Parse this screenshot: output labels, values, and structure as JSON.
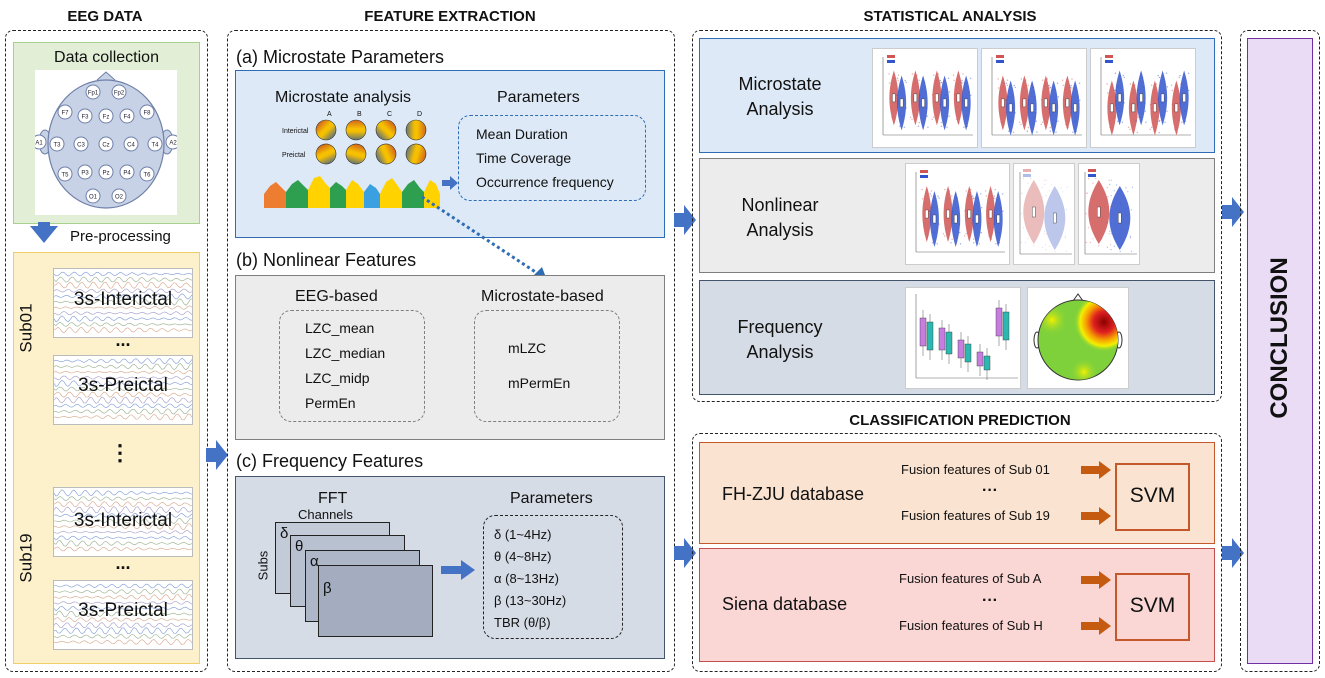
{
  "eeg_data": {
    "title": "EEG DATA",
    "data_collection": "Data collection",
    "electrodes": [
      "Fp1",
      "Fp2",
      "F7",
      "F3",
      "Fz",
      "F4",
      "F8",
      "T3",
      "C3",
      "Cz",
      "C4",
      "T4",
      "T5",
      "P3",
      "Pz",
      "P4",
      "T6",
      "O1",
      "O2",
      "A1",
      "A2"
    ],
    "preprocessing": "Pre-processing",
    "sub01": "Sub01",
    "sub19": "Sub19",
    "interictal": "3s-Interictal",
    "preictal": "3s-Preictal",
    "ellipsis": "...",
    "vdots": "⋮"
  },
  "feature_extraction": {
    "title": "FEATURE EXTRACTION",
    "microstate": {
      "title": "(a)  Microstate Parameters",
      "analysis": "Microstate analysis",
      "row_labels": [
        "Interictal",
        "Preictal"
      ],
      "col_labels": [
        "A",
        "B",
        "C",
        "D"
      ],
      "parameters_title": "Parameters",
      "parameters": [
        "Mean Duration",
        "Time Coverage",
        "Occurrence frequency"
      ]
    },
    "nonlinear": {
      "title": "(b)  Nonlinear Features",
      "eeg_title": "EEG-based",
      "eeg_items": [
        "LZC_mean",
        "LZC_median",
        "LZC_midp",
        "PermEn"
      ],
      "ms_title": "Microstate-based",
      "ms_items": [
        "mLZC",
        "mPermEn"
      ]
    },
    "frequency": {
      "title": "(c)  Frequency Features",
      "fft": "FFT",
      "channels": "Channels",
      "subs": "Subs",
      "bands": [
        "δ",
        "θ",
        "α",
        "β"
      ],
      "parameters_title": "Parameters",
      "parameters": [
        "δ  (1~4Hz)",
        "θ  (4~8Hz)",
        "α  (8~13Hz)",
        "β  (13~30Hz)",
        "TBR  (θ/β)"
      ]
    }
  },
  "statistical_analysis": {
    "title": "STATISTICAL ANALYSIS",
    "microstate": [
      "Microstate",
      "Analysis"
    ],
    "nonlinear": [
      "Nonlinear",
      "Analysis"
    ],
    "frequency": [
      "Frequency",
      "Analysis"
    ]
  },
  "classification": {
    "title": "CLASSIFICATION PREDICTION",
    "fhzju": {
      "name": "FH-ZJU database",
      "f1": "Fusion features of Sub 01",
      "dots": "···",
      "f2": "Fusion features of Sub 19",
      "svm": "SVM"
    },
    "siena": {
      "name": "Siena database",
      "f1": "Fusion features of Sub A",
      "dots": "···",
      "f2": "Fusion features of Sub H",
      "svm": "SVM"
    }
  },
  "conclusion": "CONCLUSION",
  "colors": {
    "green_bg": "#e2efd6",
    "green_border": "#a9d18e",
    "yellow_bg": "#fdf1cc",
    "yellow_border": "#f0cf6a",
    "blue_bg": "#dde9f6",
    "blue_border": "#2e6db5",
    "gray_bg": "#ececec",
    "gray_border": "#7f7f7f",
    "slate_bg": "#d6dce6",
    "slate_border": "#44546a",
    "orange_bg": "#fae3d1",
    "orange_border": "#c5582a",
    "pink_bg": "#fad7d5",
    "pink_border": "#c0504d",
    "purple_bg": "#e9dcf4",
    "purple_border": "#7030a0",
    "arrow_blue": "#4472c4",
    "arrow_orange": "#c55a11"
  }
}
